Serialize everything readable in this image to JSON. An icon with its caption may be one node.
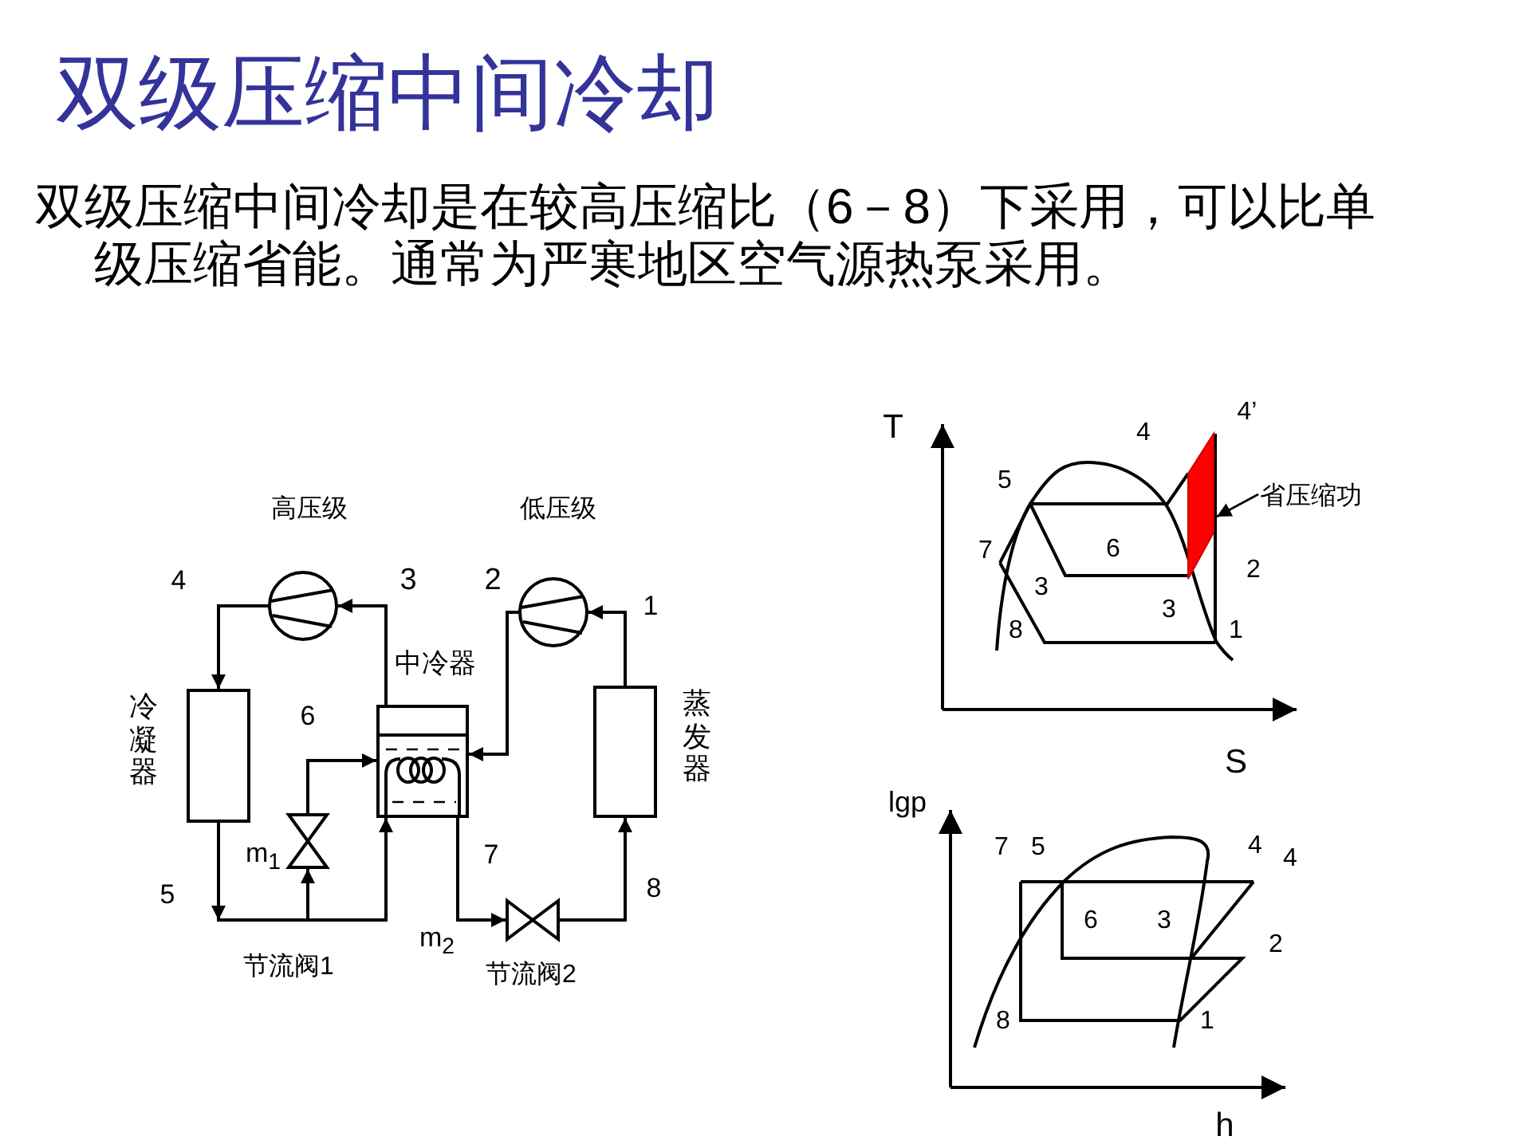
{
  "diagram": {
    "title": "双级压缩中间冷却",
    "nodes": [
      {
        "text": [],
        "shape": "circle",
        "beside": [
          "高压级"
        ]
      },
      {
        "text": [],
        "shape": "circle",
        "beside": [
          "低压级"
        ]
      },
      {
        "text": [],
        "shape": "box",
        "beside": [
          "冷凝器"
        ]
      },
      {
        "text": [],
        "shape": "box",
        "beside": [
          "中冷器"
        ]
      },
      {
        "text": [],
        "shape": "box",
        "beside": [
          "蒸发器"
        ]
      },
      {
        "text": [],
        "shape": "valve",
        "beside": [
          "m$_{1}$",
          "节流阀1"
        ]
      },
      {
        "text": [],
        "shape": "valve",
        "beside": [
          "m$_{2}$",
          "节流阀2"
        ]
      },
      {
        "text": [
          "省压缩功"
        ]
      },
      {
        "text": [],
        "shape": "parallelogram"
      }
    ],
    "edges": [
      {
        "from": 0,
        "to": 2,
        "arrow": "to"
      },
      {
        "from": 2,
        "to": 3,
        "arrow": "to"
      },
      {
        "from": 2,
        "to": 5,
        "arrow": "to"
      },
      {
        "from": 5,
        "to": 3,
        "arrow": "to"
      },
      {
        "from": 3,
        "to": 6,
        "arrow": "to"
      },
      {
        "from": 6,
        "to": 4,
        "arrow": "to"
      },
      {
        "from": 4,
        "to": 1,
        "arrow": "to"
      },
      {
        "from": 1,
        "to": 3,
        "arrow": "to"
      },
      {
        "from": 3,
        "to": 0,
        "arrow": "to"
      },
      {
        "from": 7,
        "to": 8,
        "arrow": "to"
      }
    ],
    "labels": [
      "双级压缩中间冷却是在较高压缩比（6－8）下采用，可以比单级压缩省能。通常为严寒地区空气源热泵采用。",
      "4",
      "3",
      "2",
      "1",
      "6",
      "7",
      "5",
      "8",
      "T",
      "4",
      "4’",
      "5",
      "7",
      "6",
      "3",
      "2",
      "3",
      "8",
      "1",
      "S",
      "lgp",
      "7",
      "5",
      "4",
      "4",
      "6",
      "3",
      "2",
      "8",
      "1",
      "h"
    ]
  }
}
